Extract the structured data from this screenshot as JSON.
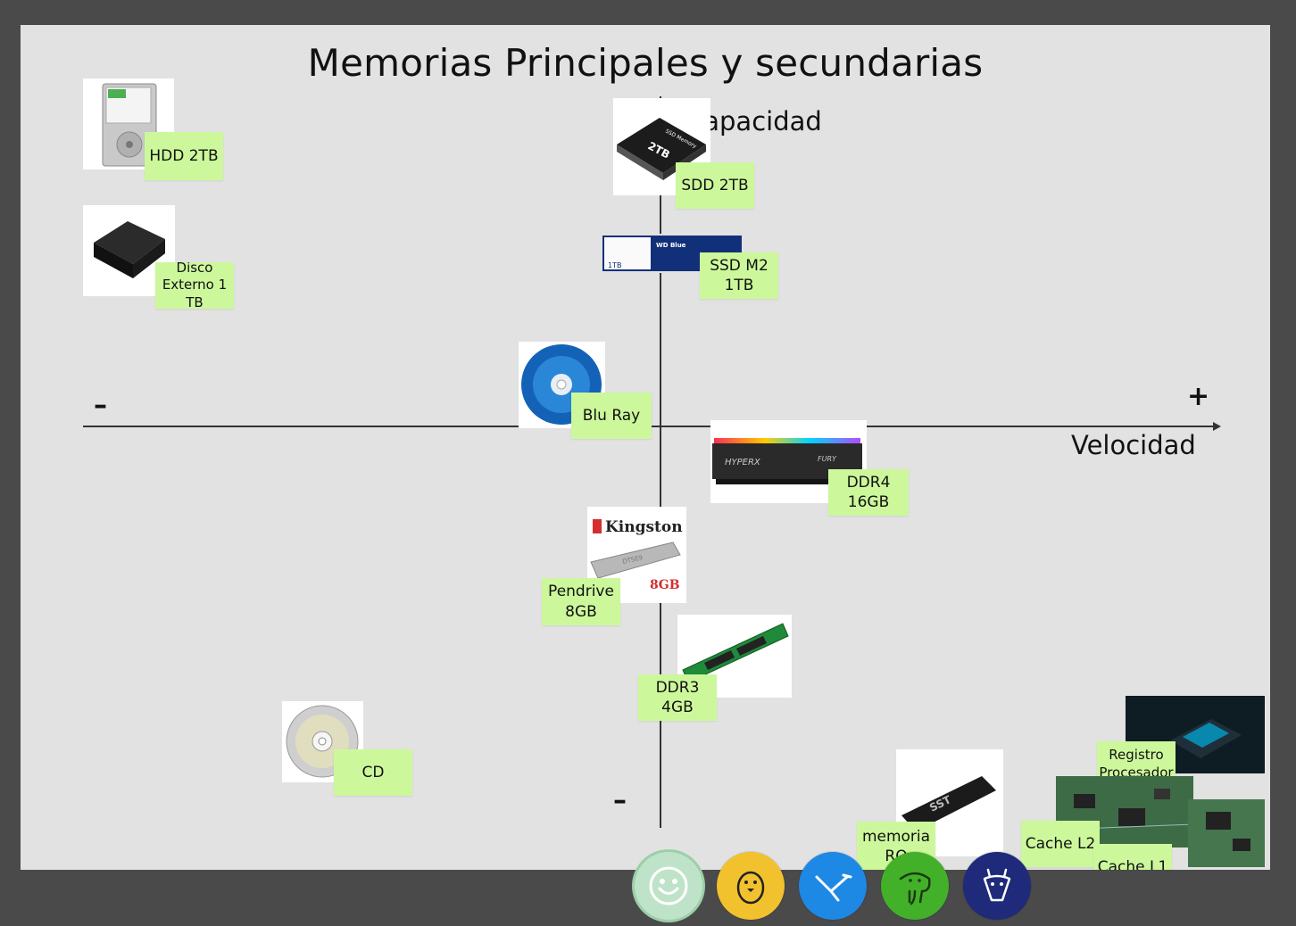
{
  "board": {
    "title": "Memorias Principales y secundarias",
    "axis_y_label": "Capacidad",
    "axis_x_label": "Velocidad",
    "plus_sign": "+",
    "minus_sign": "–"
  },
  "notes": {
    "hdd": "HDD 2TB",
    "ssd_2tb": "SDD 2TB",
    "disco_externo": "Disco\nExterno 1 TB",
    "ssd_m2": "SSD M2\n1TB",
    "bluray": "Blu Ray",
    "ddr4": "DDR4\n16GB",
    "pendrive": "Pendrive\n8GB",
    "ddr3": "DDR3\n4GB",
    "cd": "CD",
    "memoria_rom": "memoria\nRO",
    "registro": "Registro\nProcesador",
    "cache_l2": "Cache L2",
    "cache_l1": "Cache L1"
  },
  "images": {
    "ssd_label": "2TB",
    "ssd_top": "SSD Memory",
    "wd_brand": "WD Blue",
    "wd_cap": "1TB",
    "hyperx": "HYPERX",
    "fury": "FURY",
    "kingston": "Kingston",
    "kingston_cap": "8GB",
    "pendrive_model": "DTSE9",
    "sst": "SST"
  },
  "avatars": [
    {
      "name": "smiley",
      "color": "#bfe3c9"
    },
    {
      "name": "penguin",
      "color": "#f2c12e"
    },
    {
      "name": "bird",
      "color": "#1e88e5"
    },
    {
      "name": "elephant",
      "color": "#43b02a"
    },
    {
      "name": "giraffe",
      "color": "#1f2a7a"
    }
  ]
}
